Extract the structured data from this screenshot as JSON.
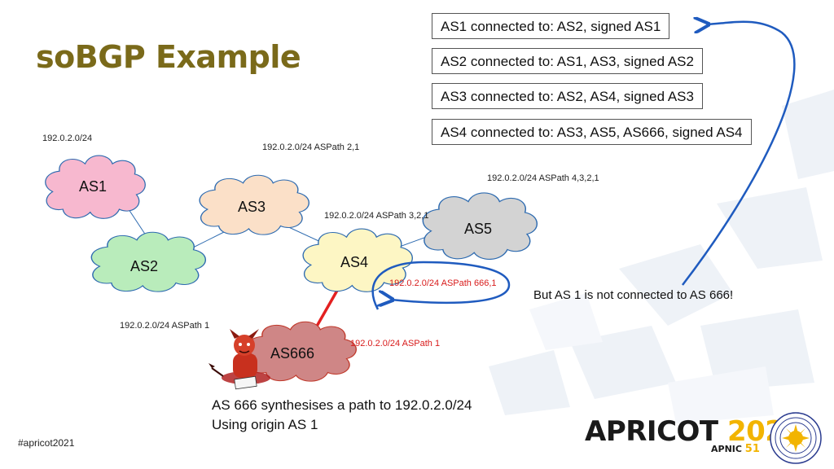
{
  "title": "soBGP Example",
  "certificates": [
    "AS1 connected to: AS2, signed AS1",
    "AS2 connected to: AS1, AS3, signed AS2",
    "AS3 connected to: AS2, AS4, signed AS3",
    "AS4 connected to: AS3, AS5, AS666, signed AS4"
  ],
  "nodes": {
    "as1": "AS1",
    "as2": "AS2",
    "as3": "AS3",
    "as4": "AS4",
    "as5": "AS5",
    "as666": "AS666"
  },
  "annotations": {
    "prefix_as1": "192.0.2.0/24",
    "path_as3": "192.0.2.0/24 ASPath 2,1",
    "path_as5": "192.0.2.0/24 ASPath 4,3,2,1",
    "path_as4": "192.0.2.0/24 ASPath 3,2,1",
    "path_forged": "192.0.2.0/24 ASPath 666,1",
    "path_as2": "192.0.2.0/24 ASPath 1",
    "path_as666": "192.0.2.0/24 ASPath 1"
  },
  "note": "But AS 1 is not connected to AS 666!",
  "bottom_text": [
    "AS 666 synthesises a path to 192.0.2.0/24",
    "Using origin AS 1"
  ],
  "hashtag": "#apricot2021",
  "logo": {
    "name": "APRICOT",
    "year": "2021",
    "sub_org": "APNIC",
    "sub_num": "51"
  },
  "colors": {
    "title": "#7a6a1a",
    "as1": "#f7b8cf",
    "as2": "#b9ecbb",
    "as3": "#fbe0c8",
    "as4": "#fdf6c4",
    "as5": "#d3d3d3",
    "as666": "#cf8686",
    "link": "#2e6bb0",
    "attack_link": "#e32020",
    "arrow": "#1f5bbf",
    "logo_accent": "#f2b400"
  }
}
